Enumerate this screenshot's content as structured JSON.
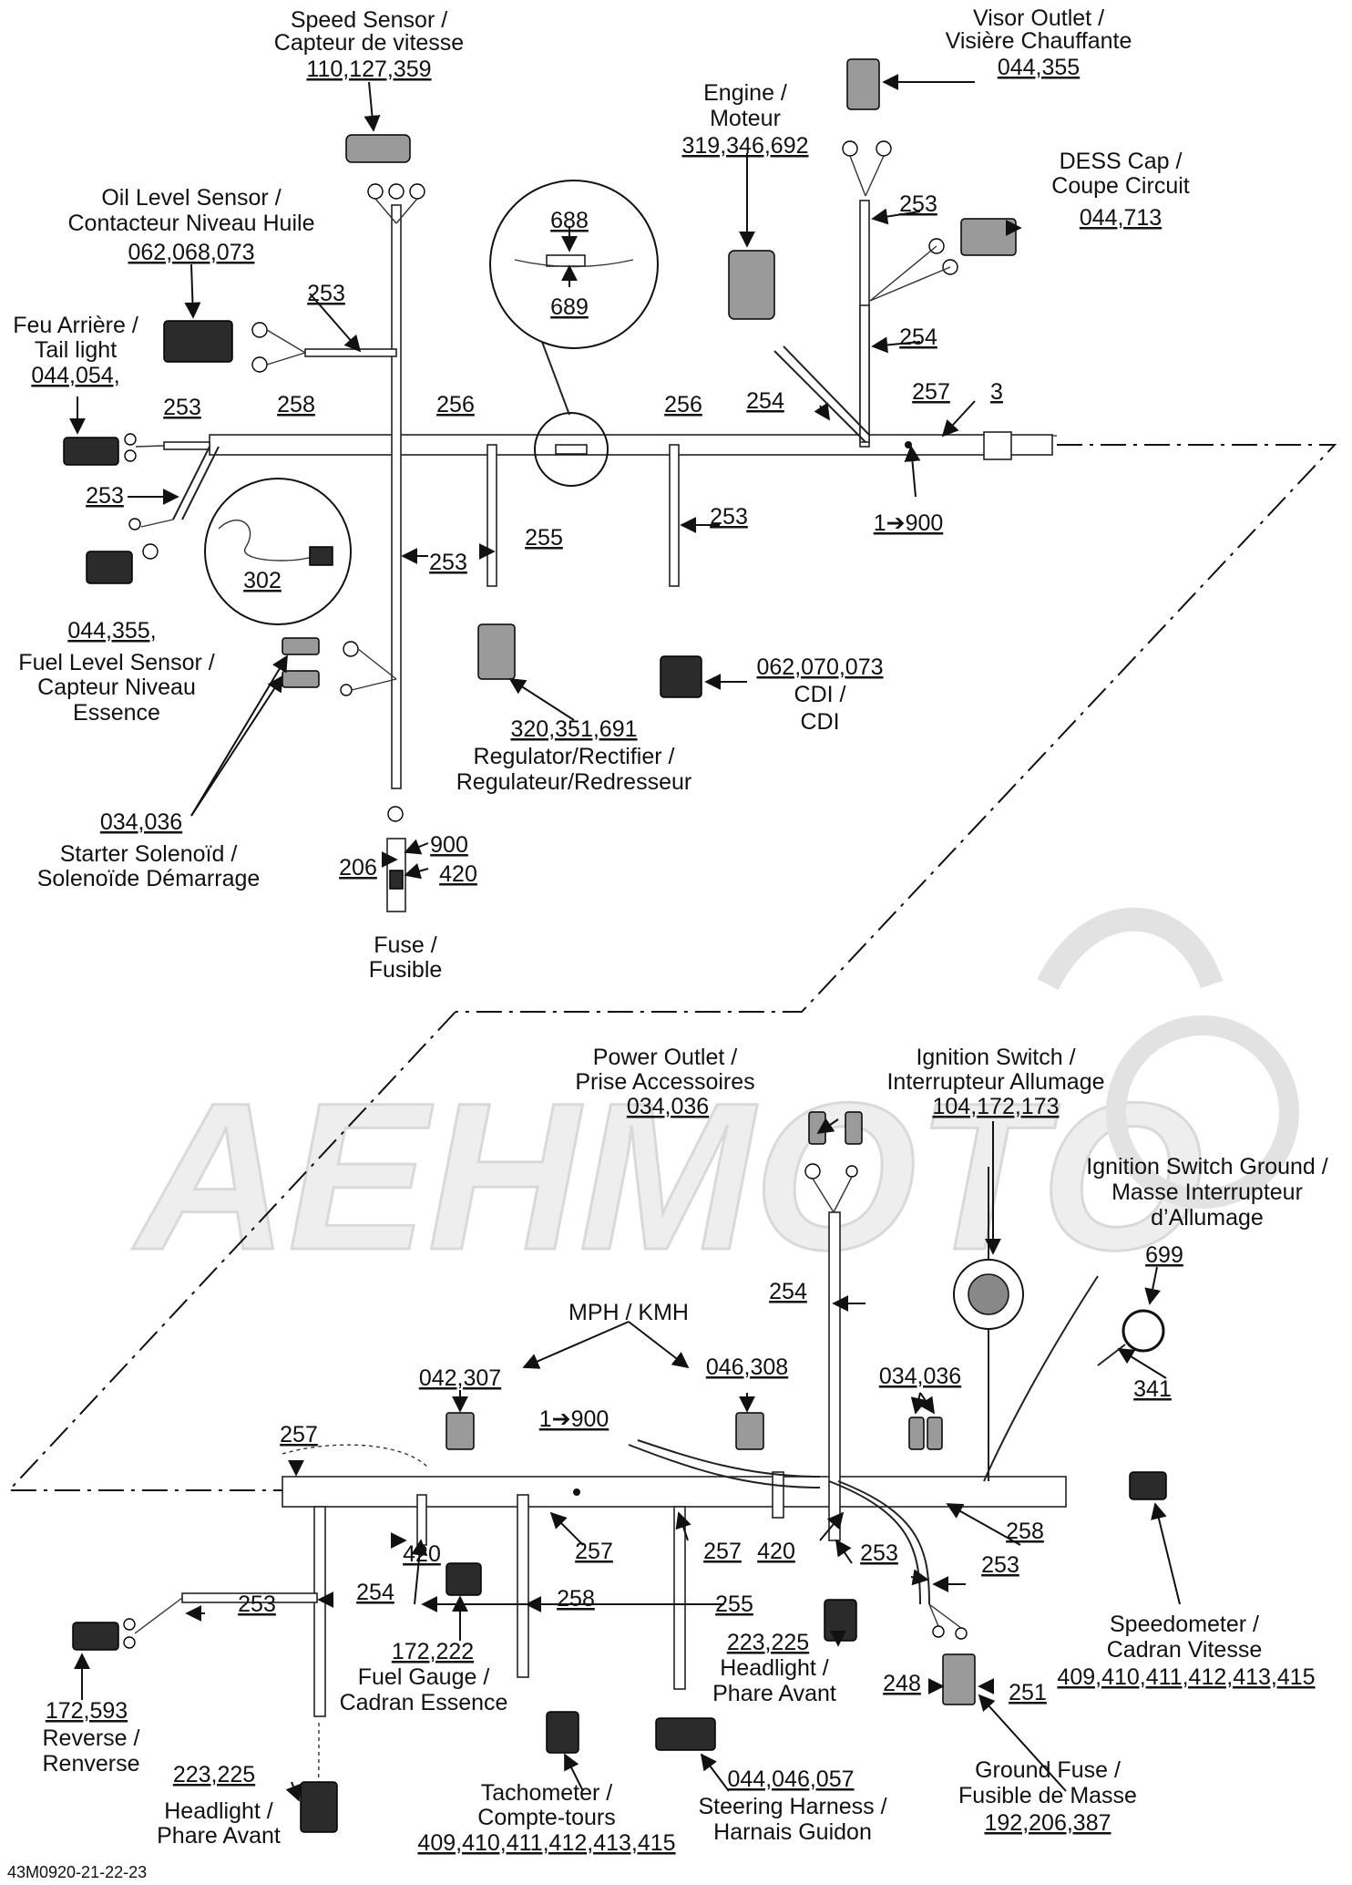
{
  "watermark": "AEHMOTO",
  "doc_code": "43M0920-21-22-23",
  "labels": {
    "speed_sensor_1": "Speed Sensor /",
    "speed_sensor_2": "Capteur de vitesse",
    "speed_sensor_code": "110,127,359",
    "visor_1": "Visor Outlet /",
    "visor_2": "Visière Chauffante",
    "visor_code": "044,355",
    "engine_1": "Engine /",
    "engine_2": "Moteur",
    "engine_code": "319,346,692",
    "dess_1": "DESS Cap /",
    "dess_2": "Coupe Circuit",
    "dess_code": "044,713",
    "oil_1": "Oil Level Sensor /",
    "oil_2": "Contacteur Niveau Huile",
    "oil_code": "062,068,073",
    "tail_1": "Feu Arrière /",
    "tail_2": "Tail light",
    "tail_code": "044,054,",
    "fuel_code": "044,355,",
    "fuel_1": "Fuel Level Sensor /",
    "fuel_2": "Capteur Niveau",
    "fuel_3": "Essence",
    "starter_code": "034,036",
    "starter_1": "Starter Solenoïd /",
    "starter_2": "Solenoïde Démarrage",
    "fuse_1": "Fuse /",
    "fuse_2": "Fusible",
    "reg_code": "320,351,691",
    "reg_1": "Regulator/Rectifier /",
    "reg_2": "Regulateur/Redresseur",
    "cdi_code": "062,070,073",
    "cdi_1": "CDI /",
    "cdi_2": "CDI",
    "power_1": "Power Outlet /",
    "power_2": "Prise Accessoires",
    "power_code": "034,036",
    "ign_1": "Ignition Switch /",
    "ign_2": "Interrupteur Allumage",
    "ign_code": "104,172,173",
    "igng_1": "Ignition Switch Ground /",
    "igng_2": "Masse Interrupteur",
    "igng_3": "d’Allumage",
    "igng_code": "699",
    "mph": "MPH / KMH",
    "mph_code_a": "042,307",
    "mph_code_b": "046,308",
    "acc_code": "034,036",
    "speedo_1": "Speedometer /",
    "speedo_2": "Cadran Vitesse",
    "speedo_code": "409,410,411,412,413,415",
    "reverse_code": "172,593",
    "reverse_1": "Reverse /",
    "reverse_2": "Renverse",
    "fuelg_code": "172,222",
    "fuelg_1": "Fuel Gauge /",
    "fuelg_2": "Cadran Essence",
    "hl1_code": "223,225",
    "hl1_1": "Headlight /",
    "hl1_2": "Phare Avant",
    "hl2_code": "223,225",
    "hl2_1": "Headlight /",
    "hl2_2": "Phare Avant",
    "tach_1": "Tachometer /",
    "tach_2": "Compte-tours",
    "tach_code": "409,410,411,412,413,415",
    "steer_code": "044,046,057",
    "steer_1": "Steering Harness /",
    "steer_2": "Harnais Guidon",
    "gf_1": "Ground Fuse /",
    "gf_2": "Fusible de Masse",
    "gf_code": "192,206,387"
  },
  "refs": {
    "r253a": "253",
    "r253b": "253",
    "r253c": "253",
    "r253d": "253",
    "r253e": "253",
    "r253f": "253",
    "r253g": "253",
    "r253h": "253",
    "r253i": "253",
    "r254a": "254",
    "r254b": "254",
    "r254c": "254",
    "r254d": "254",
    "r255a": "255",
    "r255b": "255",
    "r256a": "256",
    "r256b": "256",
    "r257a": "257",
    "r257b": "257",
    "r257c": "257",
    "r257d": "257",
    "r258a": "258",
    "r258b": "258",
    "r258c": "258",
    "r3": "3",
    "r900a": "1➔900",
    "r900b": "1➔900",
    "r688": "688",
    "r689": "689",
    "r302": "302",
    "r900c": "900",
    "r206": "206",
    "r420a": "420",
    "r420b": "420",
    "r420c": "420",
    "r341": "341",
    "r248": "248",
    "r251": "251"
  }
}
